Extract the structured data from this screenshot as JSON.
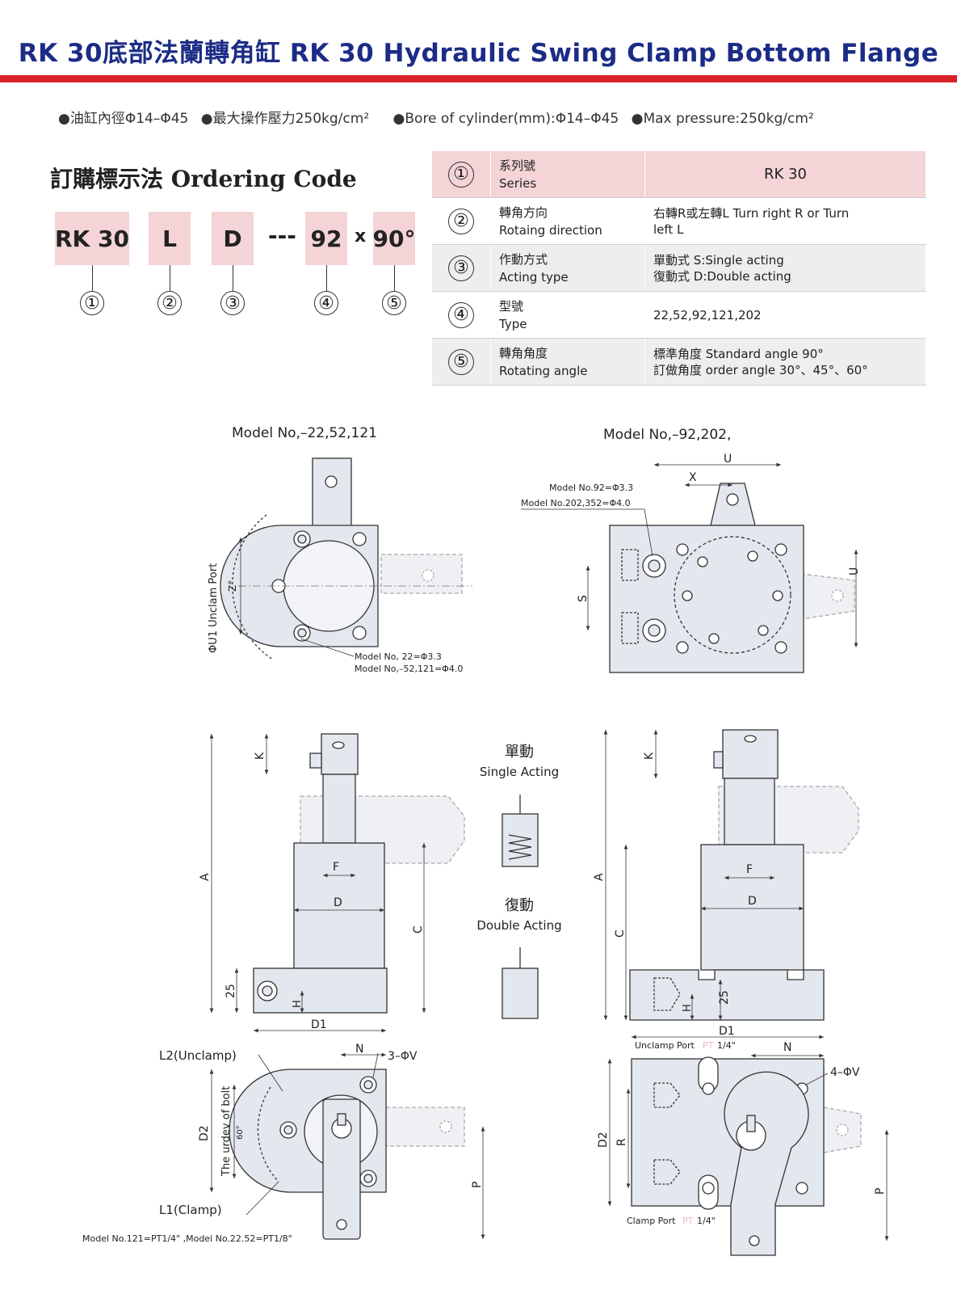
{
  "header": {
    "title": "RK 30底部法蘭轉角缸 RK 30 Hydraulic Swing Clamp Bottom Flange",
    "spec_cn_1": "●油缸內徑Φ14–Φ45",
    "spec_cn_2": "●最大操作壓力250kg/cm²",
    "spec_en_1": "●Bore of cylinder(mm):Φ14–Φ45",
    "spec_en_2": "●Max pressure:250kg/cm²"
  },
  "ordering": {
    "title": "訂購標示法 Ordering Code",
    "parts": [
      "RK 30",
      "L",
      "D",
      "---",
      "92",
      "x",
      "90°"
    ],
    "numbers": [
      "①",
      "②",
      "③",
      "④",
      "⑤"
    ]
  },
  "code_table": {
    "rows": [
      {
        "num": "①",
        "name_cn": "系列號",
        "name_en": "Series",
        "value1": "RK 30",
        "value2": ""
      },
      {
        "num": "②",
        "name_cn": "轉角方向",
        "name_en": "Rotaing direction",
        "value1": "右轉R或左轉L Turn right R or Turn",
        "value2": "left L"
      },
      {
        "num": "③",
        "name_cn": "作動方式",
        "name_en": "Acting type",
        "value1": "單動式  S:Single acting",
        "value2": "復動式  D:Double acting"
      },
      {
        "num": "④",
        "name_cn": "型號",
        "name_en": "Type",
        "value1": "22,52,92,121,202",
        "value2": ""
      },
      {
        "num": "⑤",
        "name_cn": "轉角角度",
        "name_en": "Rotating angle",
        "value1": "標準角度 Standard angle 90°",
        "value2": "訂做角度 order angle 30°、45°、60°"
      }
    ]
  },
  "drawings": {
    "model_left": "Model No,–22,52,121",
    "model_right": "Model No,–92,202,",
    "left_top_note1": "Model No,  22=Φ3.3",
    "left_top_note2": "Model No,–52,121=Φ4.0",
    "left_top_side": "ΦU1 Unclam Port",
    "left_top_angle": "Z°",
    "right_top_note1": "Model No.92=Φ3.3",
    "right_top_note2": "Model No.202,352=Φ4.0",
    "right_top_u": "U",
    "right_top_x": "X",
    "right_top_s": "S",
    "single_cn": "單動",
    "single_en": "Single Acting",
    "double_cn": "復動",
    "double_en": "Double Acting",
    "dim_a": "A",
    "dim_k": "K",
    "dim_f": "F",
    "dim_d": "D",
    "dim_c": "C",
    "dim_h": "H",
    "dim_25": "25",
    "dim_d1": "D1",
    "dim_d2": "D2",
    "dim_n": "N",
    "dim_p": "P",
    "dim_r": "R",
    "dim_60": "60°",
    "l2": "L2(Unclamp)",
    "l1": "L1(Clamp)",
    "phi3": "3–ΦV",
    "phi4": "4–ΦV",
    "bolt": "The urdev of bolt",
    "bottom_note": "Model No.121=PT1/4\" ,Model No.22.52=PT1/8\"",
    "unclamp_port": "Unclamp Port",
    "clamp_port": "Clamp Port",
    "pt": "PT",
    "quarter": "1/4\""
  },
  "colors": {
    "title_blue": "#1c2c86",
    "accent_red": "#d9232b",
    "code_pink": "#f4d4d6",
    "part_fill": "#e3e7ee"
  }
}
